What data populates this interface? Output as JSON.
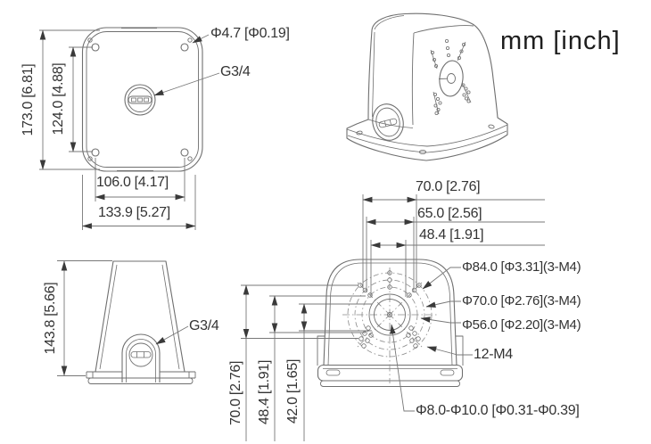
{
  "units_label": "mm [inch]",
  "back_view": {
    "overall_height": "173.0 [6.81]",
    "hole_pitch_vertical": "124.0 [4.88]",
    "screw_hole_diameter": "Φ4.7 [Φ0.19]",
    "conduit_thread": "G3/4",
    "hole_pitch_horizontal": "106.0 [4.17]",
    "overall_width": "133.9 [5.27]"
  },
  "side_view": {
    "overall_height": "143.8 [5.66]",
    "conduit_thread": "G3/4"
  },
  "front_view": {
    "pitch_70": "70.0 [2.76]",
    "pitch_65": "65.0 [2.56]",
    "pitch_48": "48.4 [1.91]",
    "bolt_circle_84": "Φ84.0 [Φ3.31](3-M4)",
    "bolt_circle_70": "Φ70.0 [Φ2.76](3-M4)",
    "bolt_circle_56": "Φ56.0 [Φ2.20](3-M4)",
    "thread_holes": "12-M4",
    "center_hole": "Φ8.0-Φ10.0 [Φ0.31-Φ0.39]",
    "height_70": "70.0 [2.76]",
    "height_48": "48.4 [1.91]",
    "height_42": "42.0 [1.65]"
  },
  "colors": {
    "background": "#ffffff",
    "outline": "#6f6f6f",
    "dimension_line": "#787878",
    "centerline": "#8a8a8a",
    "text": "#333333",
    "arrow": "#3a3a3a"
  }
}
